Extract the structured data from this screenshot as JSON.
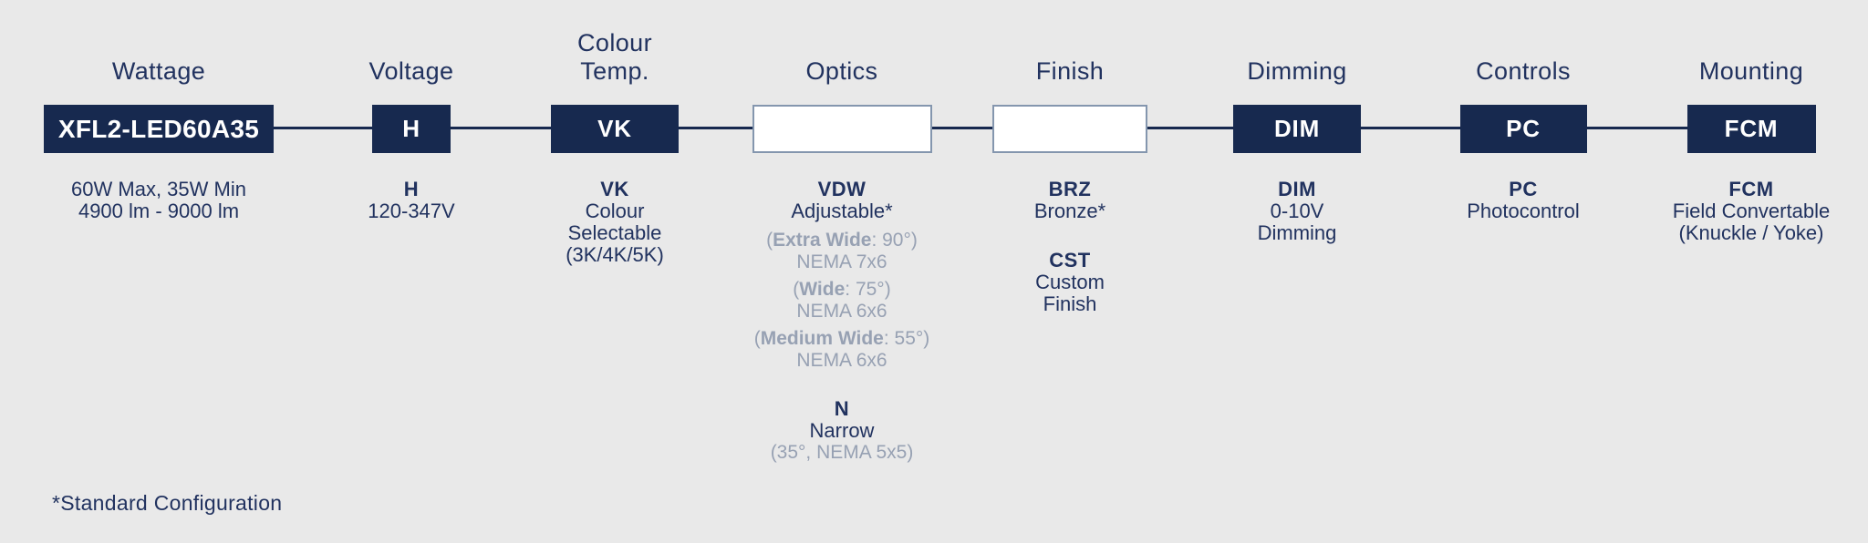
{
  "diagram": {
    "footnote": "*Standard Configuration",
    "colors": {
      "background": "#e9e9e9",
      "navy_box": "#17294f",
      "navy_text": "#21325f",
      "muted_gray": "#97a1b3",
      "outline_box_border": "#8496ae",
      "box_label_white": "#ffffff"
    },
    "columns": [
      {
        "id": "wattage",
        "header": "Wattage",
        "box": {
          "label": "XFL2-LED60A35",
          "style": "filled"
        },
        "details": [
          "60W Max, 35W Min",
          "4900 lm - 9000 lm"
        ]
      },
      {
        "id": "voltage",
        "header": "Voltage",
        "box": {
          "label": "H",
          "style": "filled"
        },
        "options": [
          {
            "code": "H",
            "name": "120-347V"
          }
        ]
      },
      {
        "id": "colour-temp",
        "header": "Colour Temp.",
        "box": {
          "label": "VK",
          "style": "filled"
        },
        "options": [
          {
            "code": "VK",
            "name": "Colour Selectable",
            "note": "(3K/4K/5K)"
          }
        ]
      },
      {
        "id": "optics",
        "header": "Optics",
        "box": {
          "label": "",
          "style": "outline"
        },
        "options": [
          {
            "code": "VDW",
            "name": "Adjustable*"
          },
          {
            "code": "N",
            "name": "Narrow",
            "note": "(35°, NEMA 5x5)"
          }
        ],
        "specs": [
          {
            "pre": "(",
            "bold": "Extra Wide",
            "post": ": 90°)",
            "nema": "NEMA 7x6"
          },
          {
            "pre": "(",
            "bold": "Wide",
            "post": ": 75°)",
            "nema": "NEMA 6x6"
          },
          {
            "pre": "(",
            "bold": "Medium Wide",
            "post": ": 55°)",
            "nema": "NEMA 6x6"
          }
        ]
      },
      {
        "id": "finish",
        "header": "Finish",
        "box": {
          "label": "",
          "style": "outline"
        },
        "options": [
          {
            "code": "BRZ",
            "name": "Bronze*"
          },
          {
            "code": "CST",
            "name": "Custom Finish"
          }
        ]
      },
      {
        "id": "dimming",
        "header": "Dimming",
        "box": {
          "label": "DIM",
          "style": "filled"
        },
        "options": [
          {
            "code": "DIM",
            "name": "0-10V Dimming"
          }
        ]
      },
      {
        "id": "controls",
        "header": "Controls",
        "box": {
          "label": "PC",
          "style": "filled"
        },
        "options": [
          {
            "code": "PC",
            "name": "Photocontrol"
          }
        ]
      },
      {
        "id": "mounting",
        "header": "Mounting",
        "box": {
          "label": "FCM",
          "style": "filled"
        },
        "options": [
          {
            "code": "FCM",
            "name": "Field Convertable",
            "note": "(Knuckle / Yoke)"
          }
        ]
      }
    ]
  }
}
